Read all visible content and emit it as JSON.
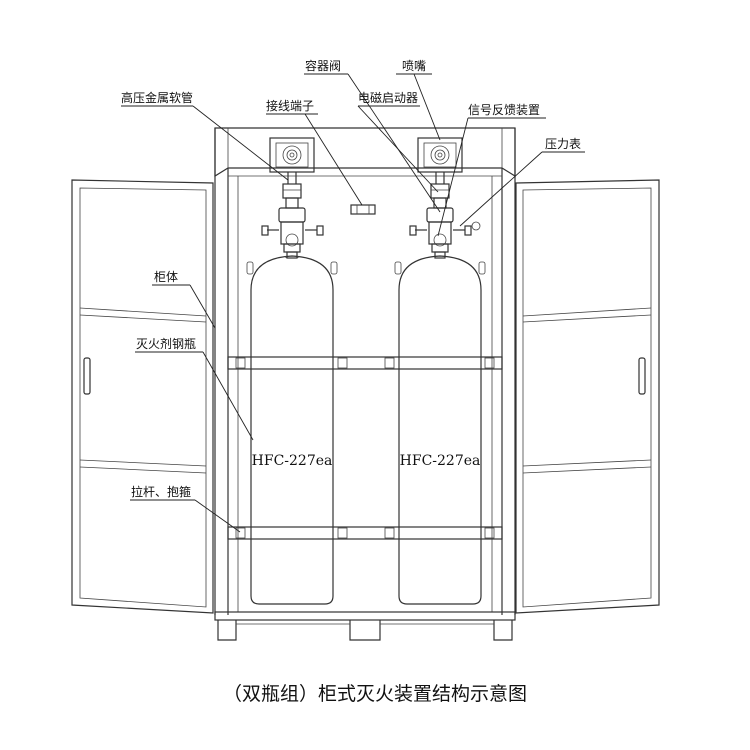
{
  "labels": {
    "container_valve": "容器阀",
    "nozzle": "喷嘴",
    "high_pressure_hose": "高压金属软管",
    "terminal_block": "接线端子",
    "solenoid_actuator": "电磁启动器",
    "signal_feedback": "信号反馈装置",
    "pressure_gauge": "压力表",
    "cabinet_body": "柜体",
    "agent_cylinder": "灭火剂钢瓶",
    "tie_rod_clamp": "拉杆、抱箍"
  },
  "bottles": {
    "left_text": "HFC-227ea",
    "right_text": "HFC-227ea"
  },
  "caption": "（双瓶组）柜式灭火装置结构示意图"
}
